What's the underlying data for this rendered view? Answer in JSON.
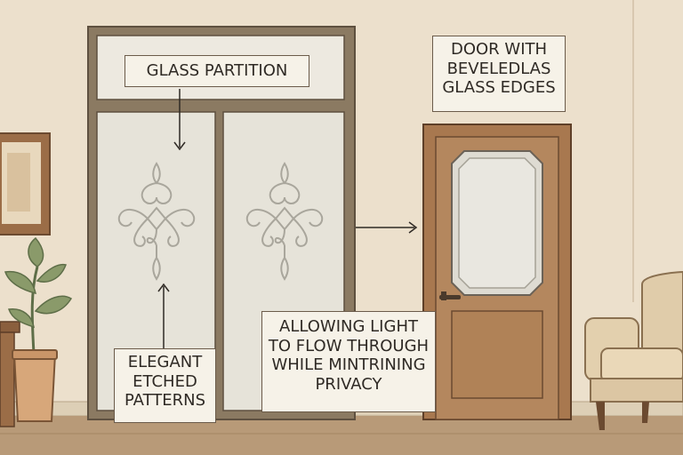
{
  "labels": {
    "glass_partition": "GLASS PARTITION",
    "door_beveled": [
      "DOOR WITH",
      "BEVELEDLAS",
      "GLASS EDGES"
    ],
    "etched_patterns": [
      "ELEGANT",
      "ETCHED",
      "PATTERNS"
    ],
    "allowing_light": [
      "ALLOWING LIGHT",
      "TO FLOW THROUGH",
      "WHILE MINTRINING",
      "PRIVACY"
    ]
  },
  "colors": {
    "wall": "#ece0cc",
    "floor": "#b89a78",
    "frame": "#8b7a62",
    "frosted_glass": "#e6e3d9",
    "door_wood": "#a8784f",
    "label_bg": "#f6f2e8"
  },
  "icons": [
    "etched-ornament-icon",
    "arrow-icon",
    "plant-icon",
    "armchair-icon",
    "picture-frame-icon"
  ]
}
